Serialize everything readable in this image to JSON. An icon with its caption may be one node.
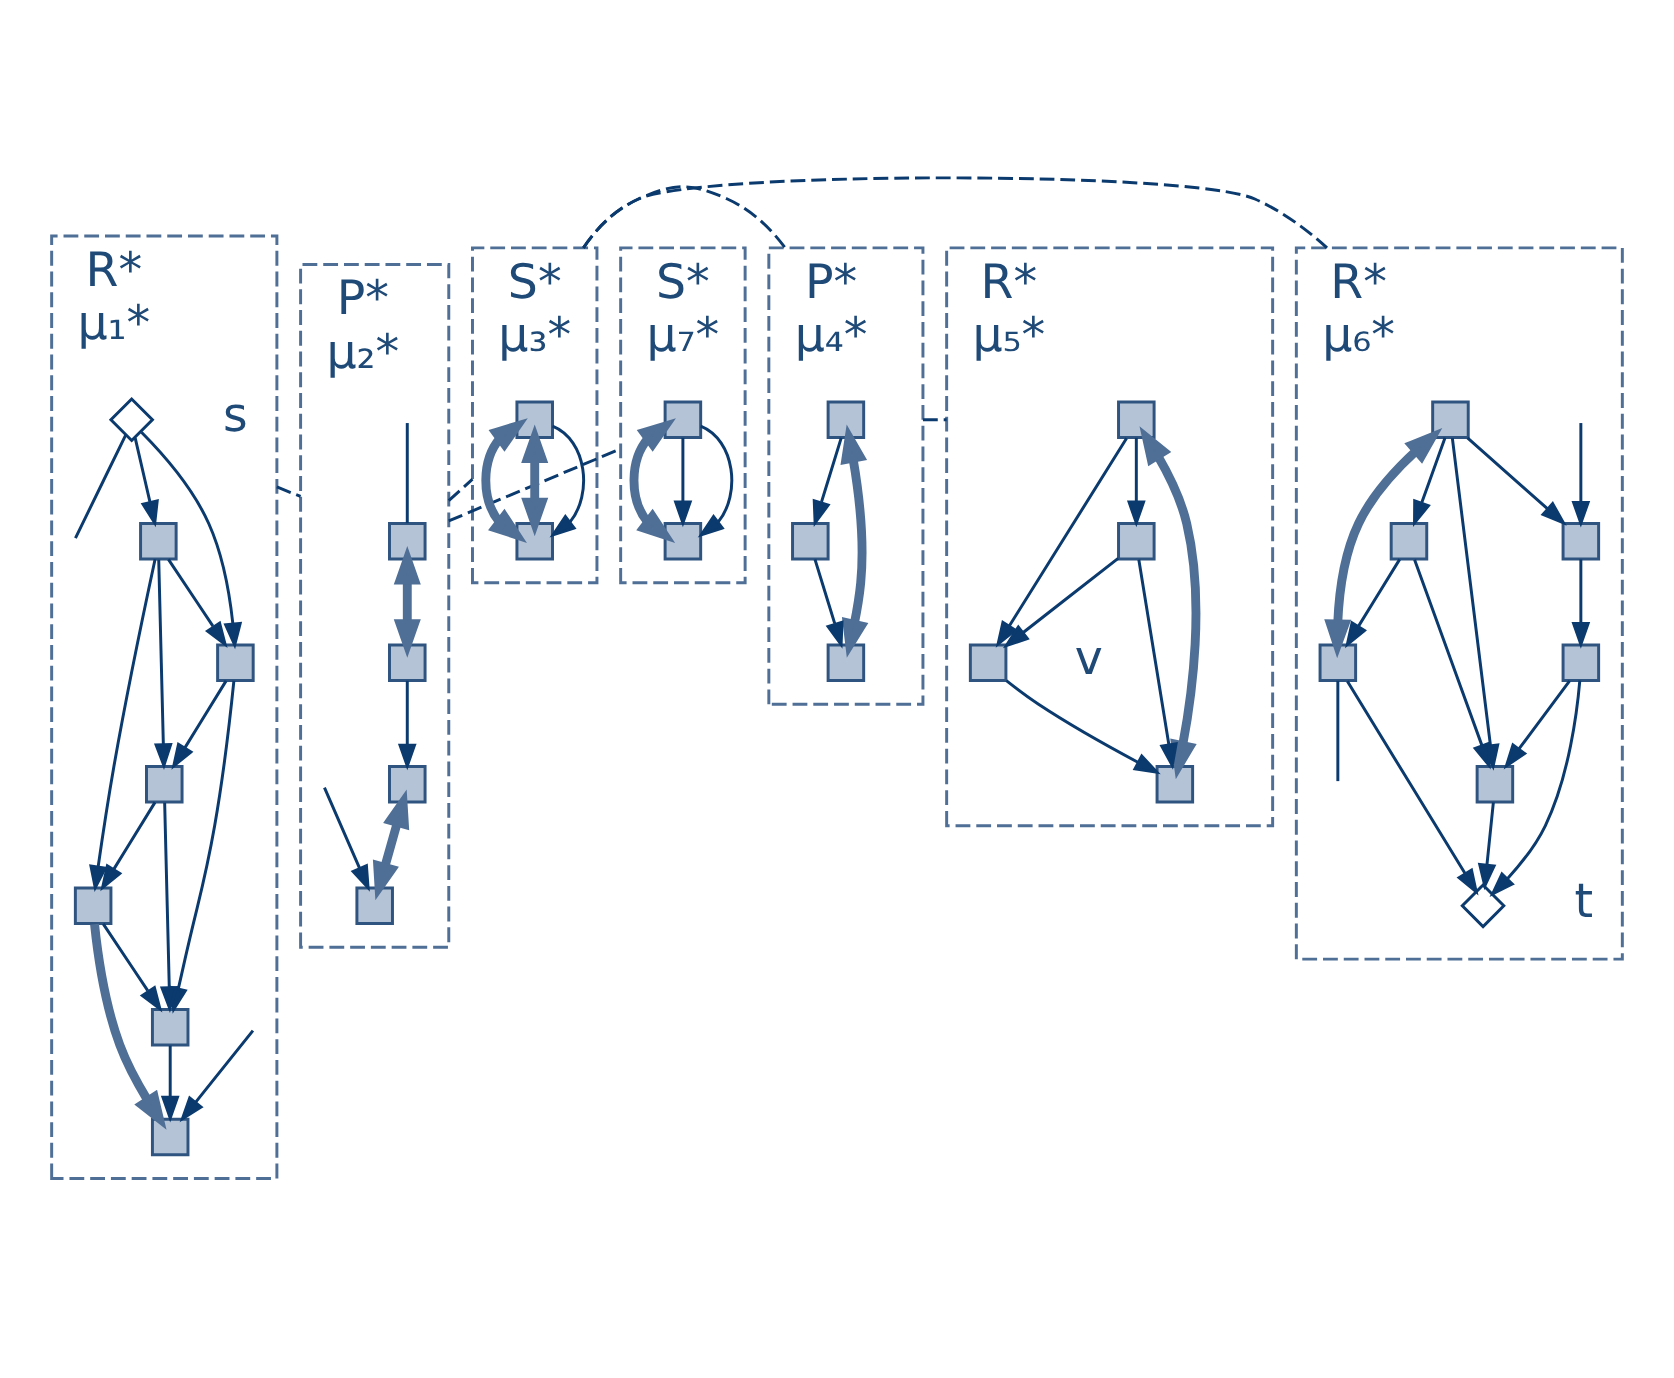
{
  "diagram": {
    "nodes": [
      {
        "text": [
          "R*",
          "μ₁*"
        ]
      },
      {
        "text": [],
        "shape": "diamond",
        "in": 0,
        "beside": [
          "s"
        ]
      },
      {
        "text": [],
        "shape": "box",
        "in": 0
      },
      {
        "text": [],
        "shape": "box",
        "in": 0
      },
      {
        "text": [],
        "shape": "box",
        "in": 0
      },
      {
        "text": [],
        "shape": "box",
        "in": 0
      },
      {
        "text": [],
        "shape": "box",
        "in": 0
      },
      {
        "text": [],
        "shape": "box",
        "in": 0
      },
      {
        "text": [
          "P*",
          "μ₂*"
        ]
      },
      {
        "text": [],
        "shape": "box",
        "in": 8
      },
      {
        "text": [],
        "shape": "box",
        "in": 8
      },
      {
        "text": [],
        "shape": "box",
        "in": 8
      },
      {
        "text": [],
        "shape": "box",
        "in": 8
      },
      {
        "text": [
          "S*",
          "μ₃*"
        ]
      },
      {
        "text": [],
        "shape": "box",
        "in": 13
      },
      {
        "text": [],
        "shape": "box",
        "in": 13
      },
      {
        "text": [
          "P*",
          "μ₄*"
        ]
      },
      {
        "text": [],
        "shape": "box",
        "in": 16
      },
      {
        "text": [],
        "shape": "box",
        "in": 16
      },
      {
        "text": [],
        "shape": "box",
        "in": 16
      },
      {
        "text": [
          "R*",
          "μ₅*"
        ]
      },
      {
        "text": [],
        "shape": "box",
        "in": 20
      },
      {
        "text": [],
        "shape": "box",
        "in": 20,
        "beside": [
          "v"
        ]
      },
      {
        "text": [],
        "shape": "box",
        "in": 20
      },
      {
        "text": [],
        "shape": "box",
        "in": 20
      },
      {
        "text": [
          "R*",
          "μ₆*"
        ]
      },
      {
        "text": [],
        "shape": "box",
        "in": 25
      },
      {
        "text": [],
        "shape": "box",
        "in": 25
      },
      {
        "text": [],
        "shape": "box",
        "in": 25
      },
      {
        "text": [],
        "shape": "box",
        "in": 25
      },
      {
        "text": [],
        "shape": "box",
        "in": 25
      },
      {
        "text": [],
        "shape": "box",
        "in": 25
      },
      {
        "text": [],
        "shape": "diamond",
        "in": 25,
        "beside": [
          "t"
        ]
      },
      {
        "text": [
          "S*",
          "μ₇*"
        ]
      },
      {
        "text": [],
        "shape": "box",
        "in": 33
      },
      {
        "text": [],
        "shape": "box",
        "in": 33
      }
    ],
    "edges": [
      {
        "from": 1,
        "to": 4,
        "arrow": "to"
      },
      {
        "from": 1,
        "to": 2,
        "arrow": "to"
      },
      {
        "from": 1,
        "to": null,
        "arrow": "none"
      },
      {
        "from": 4,
        "to": 2,
        "arrow": "to"
      },
      {
        "from": 4,
        "to": 3,
        "arrow": "to"
      },
      {
        "from": 4,
        "to": 5,
        "arrow": "to"
      },
      {
        "from": 2,
        "to": 3,
        "arrow": "to"
      },
      {
        "from": 2,
        "to": 6,
        "arrow": "to"
      },
      {
        "from": 3,
        "to": 6,
        "arrow": "to"
      },
      {
        "from": 3,
        "to": 5,
        "arrow": "to"
      },
      {
        "from": 5,
        "to": 6,
        "arrow": "to"
      },
      {
        "from": 6,
        "to": 7,
        "arrow": "to"
      },
      {
        "from": null,
        "to": 7,
        "arrow": "to"
      },
      {
        "from": 5,
        "to": 7,
        "arrow": "to",
        "style": "thick",
        "color": "#4f6f96"
      },
      {
        "from": null,
        "to": 9,
        "arrow": "none"
      },
      {
        "from": 9,
        "to": 10,
        "arrow": "both",
        "style": "thick",
        "color": "#4f6f96"
      },
      {
        "from": 10,
        "to": 11,
        "arrow": "to"
      },
      {
        "from": 11,
        "to": 12,
        "arrow": "both",
        "style": "thick",
        "color": "#4f6f96"
      },
      {
        "from": null,
        "to": 12,
        "arrow": "to"
      },
      {
        "from": 14,
        "to": 15,
        "arrow": "both",
        "style": "thick",
        "color": "#4f6f96"
      },
      {
        "from": 14,
        "to": 15,
        "arrow": "both",
        "style": "thick",
        "color": "#4f6f96"
      },
      {
        "from": 14,
        "to": 15,
        "arrow": "to"
      },
      {
        "from": 17,
        "to": 18,
        "arrow": "to"
      },
      {
        "from": 18,
        "to": 19,
        "arrow": "to"
      },
      {
        "from": 17,
        "to": 19,
        "arrow": "both",
        "style": "thick",
        "color": "#4f6f96"
      },
      {
        "from": 21,
        "to": 22,
        "arrow": "to"
      },
      {
        "from": 21,
        "to": 23,
        "arrow": "to"
      },
      {
        "from": 23,
        "to": 22,
        "arrow": "to"
      },
      {
        "from": 22,
        "to": 24,
        "arrow": "to"
      },
      {
        "from": 23,
        "to": 24,
        "arrow": "to"
      },
      {
        "from": 21,
        "to": 24,
        "arrow": "both",
        "style": "thick",
        "color": "#4f6f96"
      },
      {
        "from": null,
        "to": 27,
        "arrow": "to"
      },
      {
        "from": 26,
        "to": 27,
        "arrow": "to"
      },
      {
        "from": 27,
        "to": 28,
        "arrow": "to"
      },
      {
        "from": 28,
        "to": 29,
        "arrow": "to"
      },
      {
        "from": 28,
        "to": 32,
        "arrow": "to"
      },
      {
        "from": 29,
        "to": 32,
        "arrow": "to"
      },
      {
        "from": 26,
        "to": 29,
        "arrow": "to"
      },
      {
        "from": 26,
        "to": 30,
        "arrow": "to"
      },
      {
        "from": 30,
        "to": 29,
        "arrow": "to"
      },
      {
        "from": 30,
        "to": 31,
        "arrow": "to"
      },
      {
        "from": 31,
        "to": 32,
        "arrow": "to"
      },
      {
        "from": 26,
        "to": 31,
        "arrow": "both",
        "style": "thick",
        "color": "#4f6f96"
      },
      {
        "from": 31,
        "to": null,
        "arrow": "none"
      },
      {
        "from": 34,
        "to": 35,
        "arrow": "both",
        "style": "thick",
        "color": "#4f6f96"
      },
      {
        "from": 34,
        "to": 35,
        "arrow": "to"
      },
      {
        "from": 34,
        "to": 35,
        "arrow": "to"
      },
      {
        "from": 0,
        "to": 8,
        "arrow": "none",
        "style": "dashed"
      },
      {
        "from": 8,
        "to": 13,
        "arrow": "none",
        "style": "dashed"
      },
      {
        "from": 8,
        "to": 33,
        "arrow": "none",
        "style": "dashed"
      },
      {
        "from": 13,
        "to": 25,
        "arrow": "none",
        "style": "dashed"
      },
      {
        "from": 13,
        "to": 16,
        "arrow": "none",
        "style": "dashed"
      },
      {
        "from": 16,
        "to": 20,
        "arrow": "none",
        "style": "dashed"
      }
    ]
  }
}
